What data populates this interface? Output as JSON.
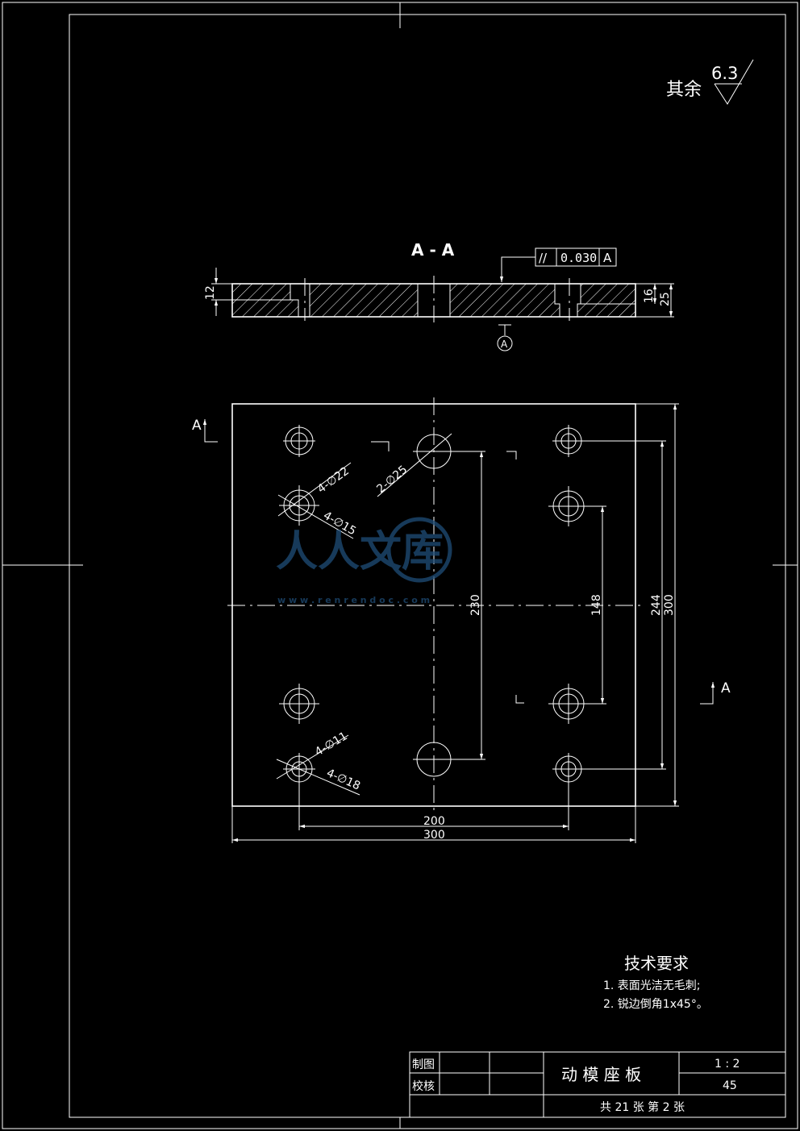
{
  "drawing": {
    "roughness": {
      "label": "其余",
      "value": "6.3"
    },
    "section": {
      "title": "A - A",
      "tolerance": {
        "symbol": "//",
        "value": "0.030",
        "datum": "A"
      },
      "datum_marker": "A",
      "dims": {
        "counterbore_depth": "12",
        "step_height": "16",
        "thickness": "25"
      }
    },
    "plan": {
      "section_mark": "A",
      "callouts": {
        "guide_cbore": "4-∅22",
        "guide_hole": "4-∅15",
        "return_hole": "2-∅25",
        "screw_hole": "4-∅11",
        "screw_cbore": "4-∅18"
      },
      "dims": {
        "hole_span_x": "200",
        "width": "300",
        "v230": "230",
        "v148": "148",
        "v244": "244",
        "height": "300"
      }
    },
    "tech_req": {
      "title": "技术要求",
      "items": [
        "1. 表面光洁无毛刺;",
        "2. 锐边倒角1x45°。"
      ]
    },
    "watermark": {
      "text": "人人文库",
      "url": "w w w . r e n r e n d o c . c o m"
    },
    "title_block": {
      "drawn_label": "制图",
      "checked_label": "校核",
      "part_name": "动 模 座 板",
      "scale": "1 : 2",
      "material": "45",
      "sheet_info": "共 21 张   第 2 张"
    }
  }
}
